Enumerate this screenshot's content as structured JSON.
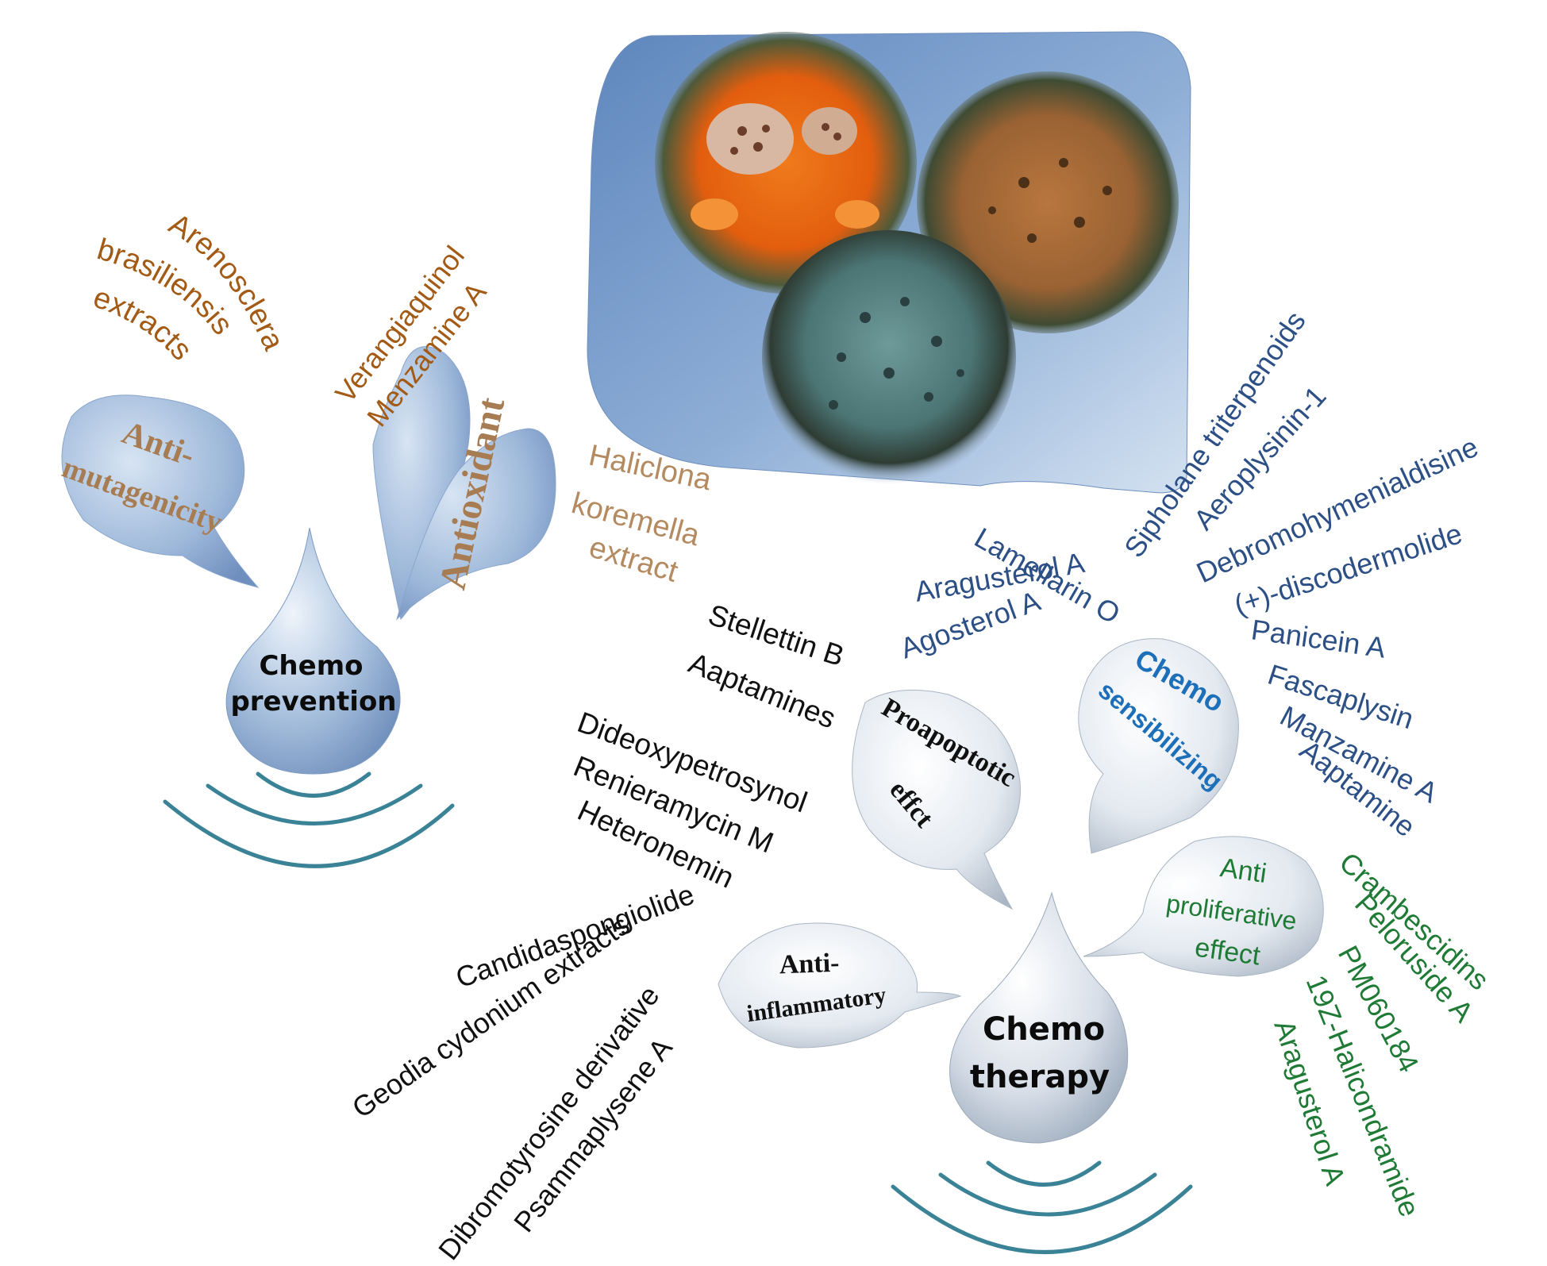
{
  "colors": {
    "anti_mutagenicity": "#a25a14",
    "antioxidant_compound": "#a25a14",
    "haliclona": "#b48a60",
    "chemo_sensibilizing": "#2c4f86",
    "proapoptotic": "#111111",
    "anti_proliferative": "#1f7a35",
    "anti_inflammatory": "#111111",
    "bubble_text_brown": "#a87c52",
    "bubble_text_blue": "#1c6fb8",
    "bubble_text_green": "#1f7a35",
    "ripple": "#3a8296"
  },
  "hubs": {
    "prevention": [
      "Chemo",
      "prevention"
    ],
    "therapy": [
      "Chemo",
      "therapy"
    ]
  },
  "bubbles": {
    "anti_mutagenicity": [
      "Anti-",
      "mutagenicity"
    ],
    "antioxidant": [
      "Antioxidant"
    ],
    "proapoptotic": [
      "Proapoptotic",
      "effct"
    ],
    "chemo_sensibilizing": [
      "Chemo",
      "sensibilizing"
    ],
    "anti_proliferative": [
      "Anti",
      "proliferative",
      "effect"
    ],
    "anti_inflammatory": [
      "Anti-",
      "inflammatory"
    ]
  },
  "compounds": {
    "anti_mutagenicity": [
      "Arenosclera",
      "brasiliensis",
      "extracts"
    ],
    "antioxidant": [
      "Verangiaquinol",
      "Menzamine A"
    ],
    "haliclona": [
      "Haliclona",
      "koremella",
      "extract"
    ],
    "proapoptotic_a": [
      "Stellettin B",
      "Aaptamines"
    ],
    "proapoptotic_b": [
      "Dideoxypetrosynol",
      "Renieramycin M",
      "Heteronemin"
    ],
    "chemo_sens_left": [
      "Lamellarin O",
      "Aragusterol A",
      "Agosterol A"
    ],
    "chemo_sens_top": [
      "Sipholane triterpenoids",
      "Aeroplysinin-1"
    ],
    "chemo_sens_mid": [
      "Debromohymenialdisine",
      "(+)-discodermolide"
    ],
    "chemo_sens_right": [
      "Panicein A",
      "Fascaplysin",
      "Manzamine A",
      "Aaptamine"
    ],
    "anti_prolif_a": [
      "Crambescidins",
      "Peloruside A"
    ],
    "anti_prolif_b": [
      "PM060184",
      "19Z-Halicondramide"
    ],
    "anti_prolif_c": [
      "Aragusterol A"
    ],
    "anti_inflam_a": [
      "Candidaspongiolide",
      "Geodia cydonium extracts"
    ],
    "anti_inflam_b": [
      "Dibromotyrosine derivative",
      "Psammaplysene A"
    ]
  }
}
